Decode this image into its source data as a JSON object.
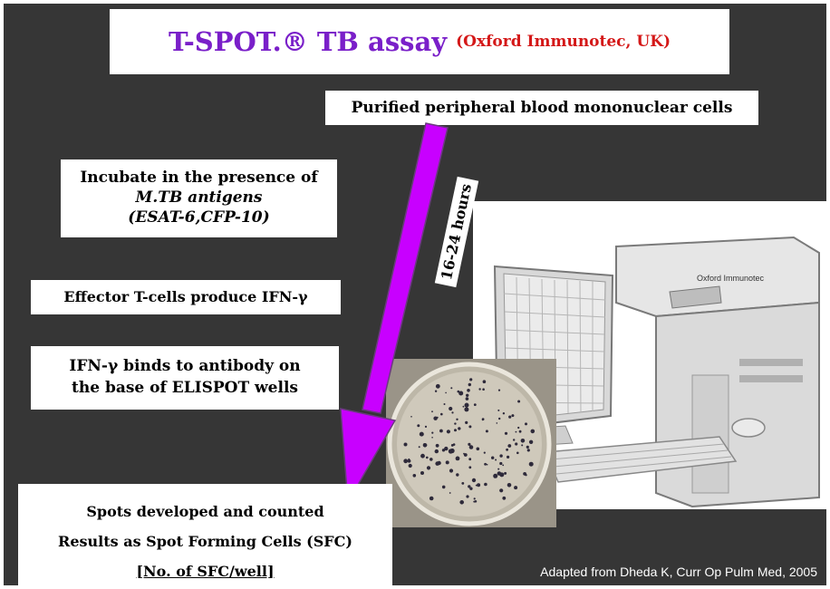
{
  "title": {
    "main": "T-SPOT.® TB assay",
    "sub": "(Oxford Immunotec, UK)"
  },
  "steps": {
    "pbmc": "Purified peripheral blood mononuclear cells",
    "incubate_line1": "Incubate in the presence of",
    "incubate_line2": "M.TB antigens",
    "incubate_line3": "(ESAT-6,CFP-10)",
    "effector": "Effector T-cells produce IFN-γ",
    "binds_line1": "IFN-γ binds to antibody on",
    "binds_line2": "the base of ELISPOT wells",
    "results_line1": "Spots developed and counted",
    "results_line2": "Results as Spot Forming Cells (SFC)",
    "results_line3": "[No. of SFC/well]"
  },
  "arrow_label": "16-24 hours",
  "reader_brand": "Oxford Immunotec",
  "credit": "Adapted from Dheda K, Curr Op Pulm Med, 2005",
  "colors": {
    "arrow": "#c800ff",
    "title_main": "#7a1fc9",
    "title_sub": "#d41818",
    "background": "#363636"
  }
}
